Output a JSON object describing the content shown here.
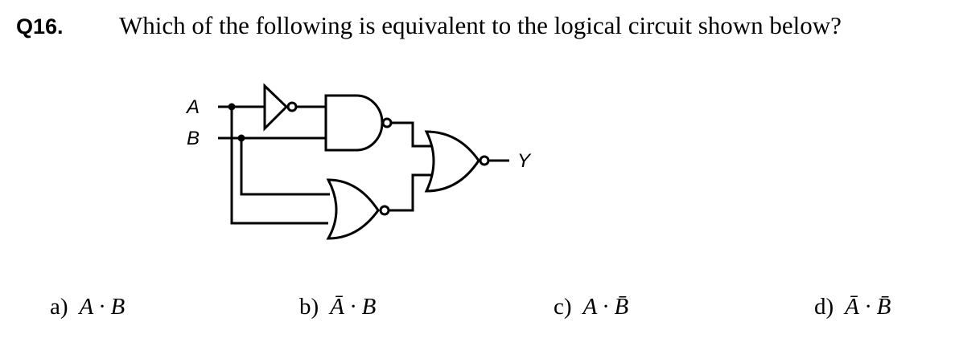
{
  "question": {
    "number": "Q16.",
    "text": "Which of the following is equivalent to the logical circuit shown below?"
  },
  "circuit": {
    "input_a": "A",
    "input_b": "B",
    "output": "Y"
  },
  "options": [
    {
      "letter": "a)",
      "expr": "A · B"
    },
    {
      "letter": "b)",
      "expr": "Ā · B"
    },
    {
      "letter": "c)",
      "expr": "A · B̄"
    },
    {
      "letter": "d)",
      "expr": "Ā · B̄"
    }
  ]
}
